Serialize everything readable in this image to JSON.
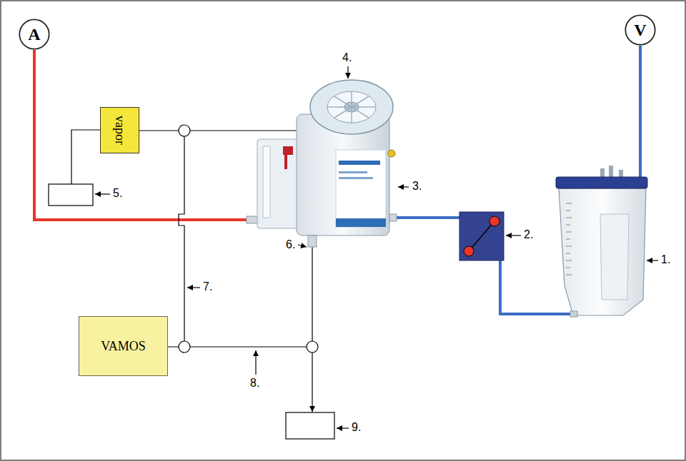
{
  "diagram": {
    "nodes": [
      {
        "text": [
          "A"
        ]
      },
      {
        "text": [
          "V"
        ]
      },
      {
        "text": [
          "vapor"
        ]
      },
      {
        "text": [
          "VAMOS"
        ]
      }
    ],
    "labels": [
      "4.",
      "5.",
      "3.",
      "2.",
      "1.",
      "6.",
      "7.",
      "8.",
      "9."
    ]
  }
}
